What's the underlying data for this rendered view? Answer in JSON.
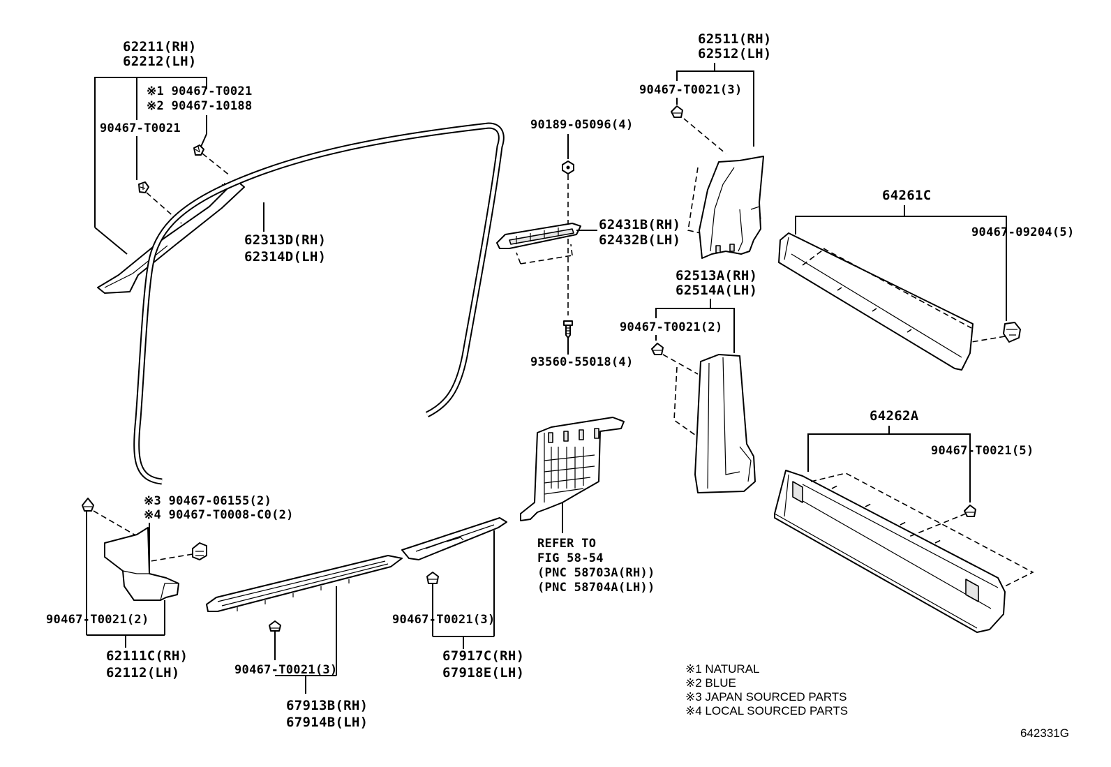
{
  "labels": {
    "l62211": "62211(RH)",
    "l62212": "62212(LH)",
    "l_s1": "※1 90467-T0021",
    "l_s2": "※2 90467-10188",
    "l_a_clip": "90467-T0021",
    "l62313": "62313D(RH)",
    "l62314": "62314D(LH)",
    "l_s3": "※3 90467-06155(2)",
    "l_s4": "※4 90467-T0008-C0(2)",
    "l_kick_clip": "90467-T0021(2)",
    "l62111": "62111C(RH)",
    "l62112": "62112(LH)",
    "l_scuff_clip": "90467-T0021(3)",
    "l67913": "67913B(RH)",
    "l67914": "67914B(LH)",
    "l_rscuff_clip": "90467-T0021(3)",
    "l67917": "67917C(RH)",
    "l67918": "67918E(LH)",
    "l_refer1": "REFER TO",
    "l_refer2": "FIG 58-54",
    "l_refer3": "(PNC 58703A(RH))",
    "l_refer4": "(PNC 58704A(LH))",
    "l90189": "90189-05096(4)",
    "l62431": "62431B(RH)",
    "l62432": "62432B(LH)",
    "l93560": "93560-55018(4)",
    "l62511": "62511(RH)",
    "l62512": "62512(LH)",
    "l_bu_clip": "90467-T0021(3)",
    "l62513": "62513A(RH)",
    "l62514": "62514A(LH)",
    "l_bl_clip": "90467-T0021(2)",
    "l64261": "64261C",
    "l_09204": "90467-09204(5)",
    "l64262": "64262A",
    "l_rr_clip": "90467-T0021(5)",
    "n1": "※1  NATURAL",
    "n2": "※2  BLUE",
    "n3": "※3  JAPAN SOURCED PARTS",
    "n4": "※4  LOCAL SOURCED PARTS",
    "figno": "642331G"
  }
}
